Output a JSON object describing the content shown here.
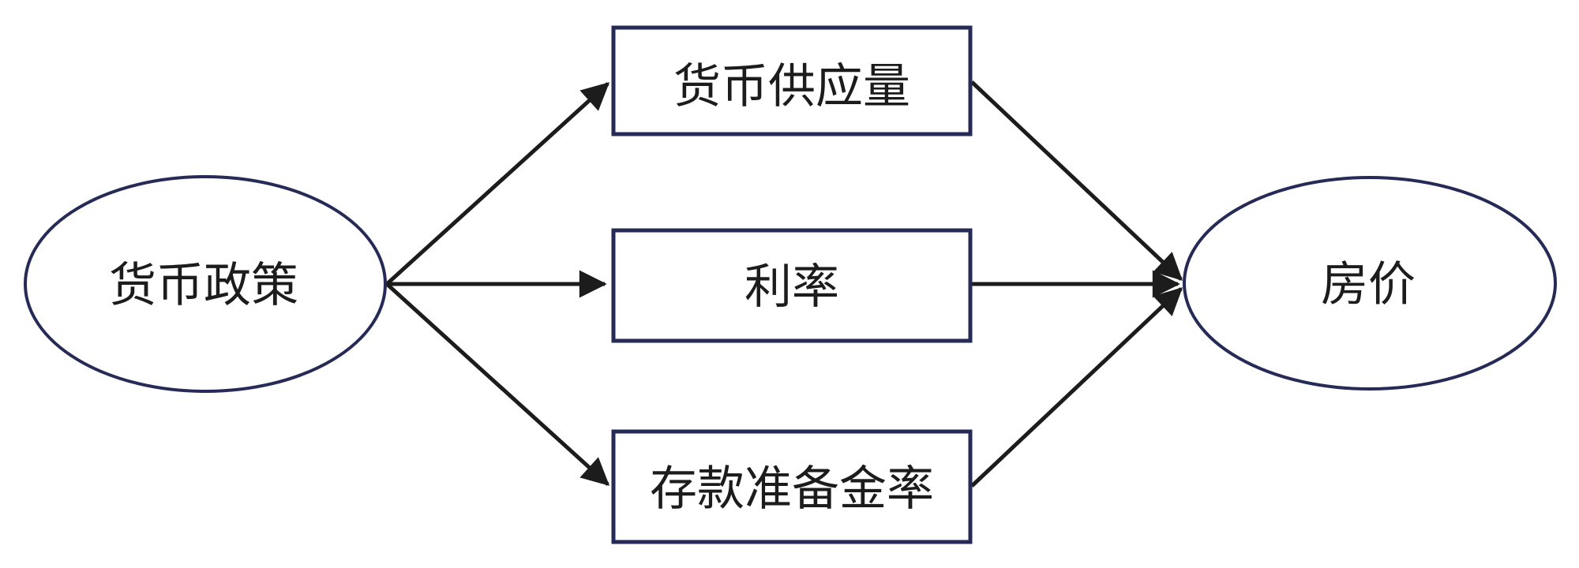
{
  "diagram": {
    "title": "monetary-policy-to-housing-price-path-diagram",
    "colors": {
      "background": "#ffffff",
      "node_border": "#252a56",
      "node_fill": "#ffffff",
      "arrow": "#1c1c1c",
      "text": "#1c1c1c"
    },
    "nodes": {
      "source": {
        "label": "货币政策",
        "shape": "ellipse"
      },
      "mediator_top": {
        "label": "货币供应量",
        "shape": "rect"
      },
      "mediator_middle": {
        "label": "利率",
        "shape": "rect"
      },
      "mediator_bottom": {
        "label": "存款准备金率",
        "shape": "rect"
      },
      "target": {
        "label": "房价",
        "shape": "ellipse"
      }
    },
    "edges": [
      {
        "from": "货币政策",
        "to": "货币供应量"
      },
      {
        "from": "货币政策",
        "to": "利率"
      },
      {
        "from": "货币政策",
        "to": "存款准备金率"
      },
      {
        "from": "货币供应量",
        "to": "房价"
      },
      {
        "from": "利率",
        "to": "房价"
      },
      {
        "from": "存款准备金率",
        "to": "房价"
      }
    ]
  }
}
